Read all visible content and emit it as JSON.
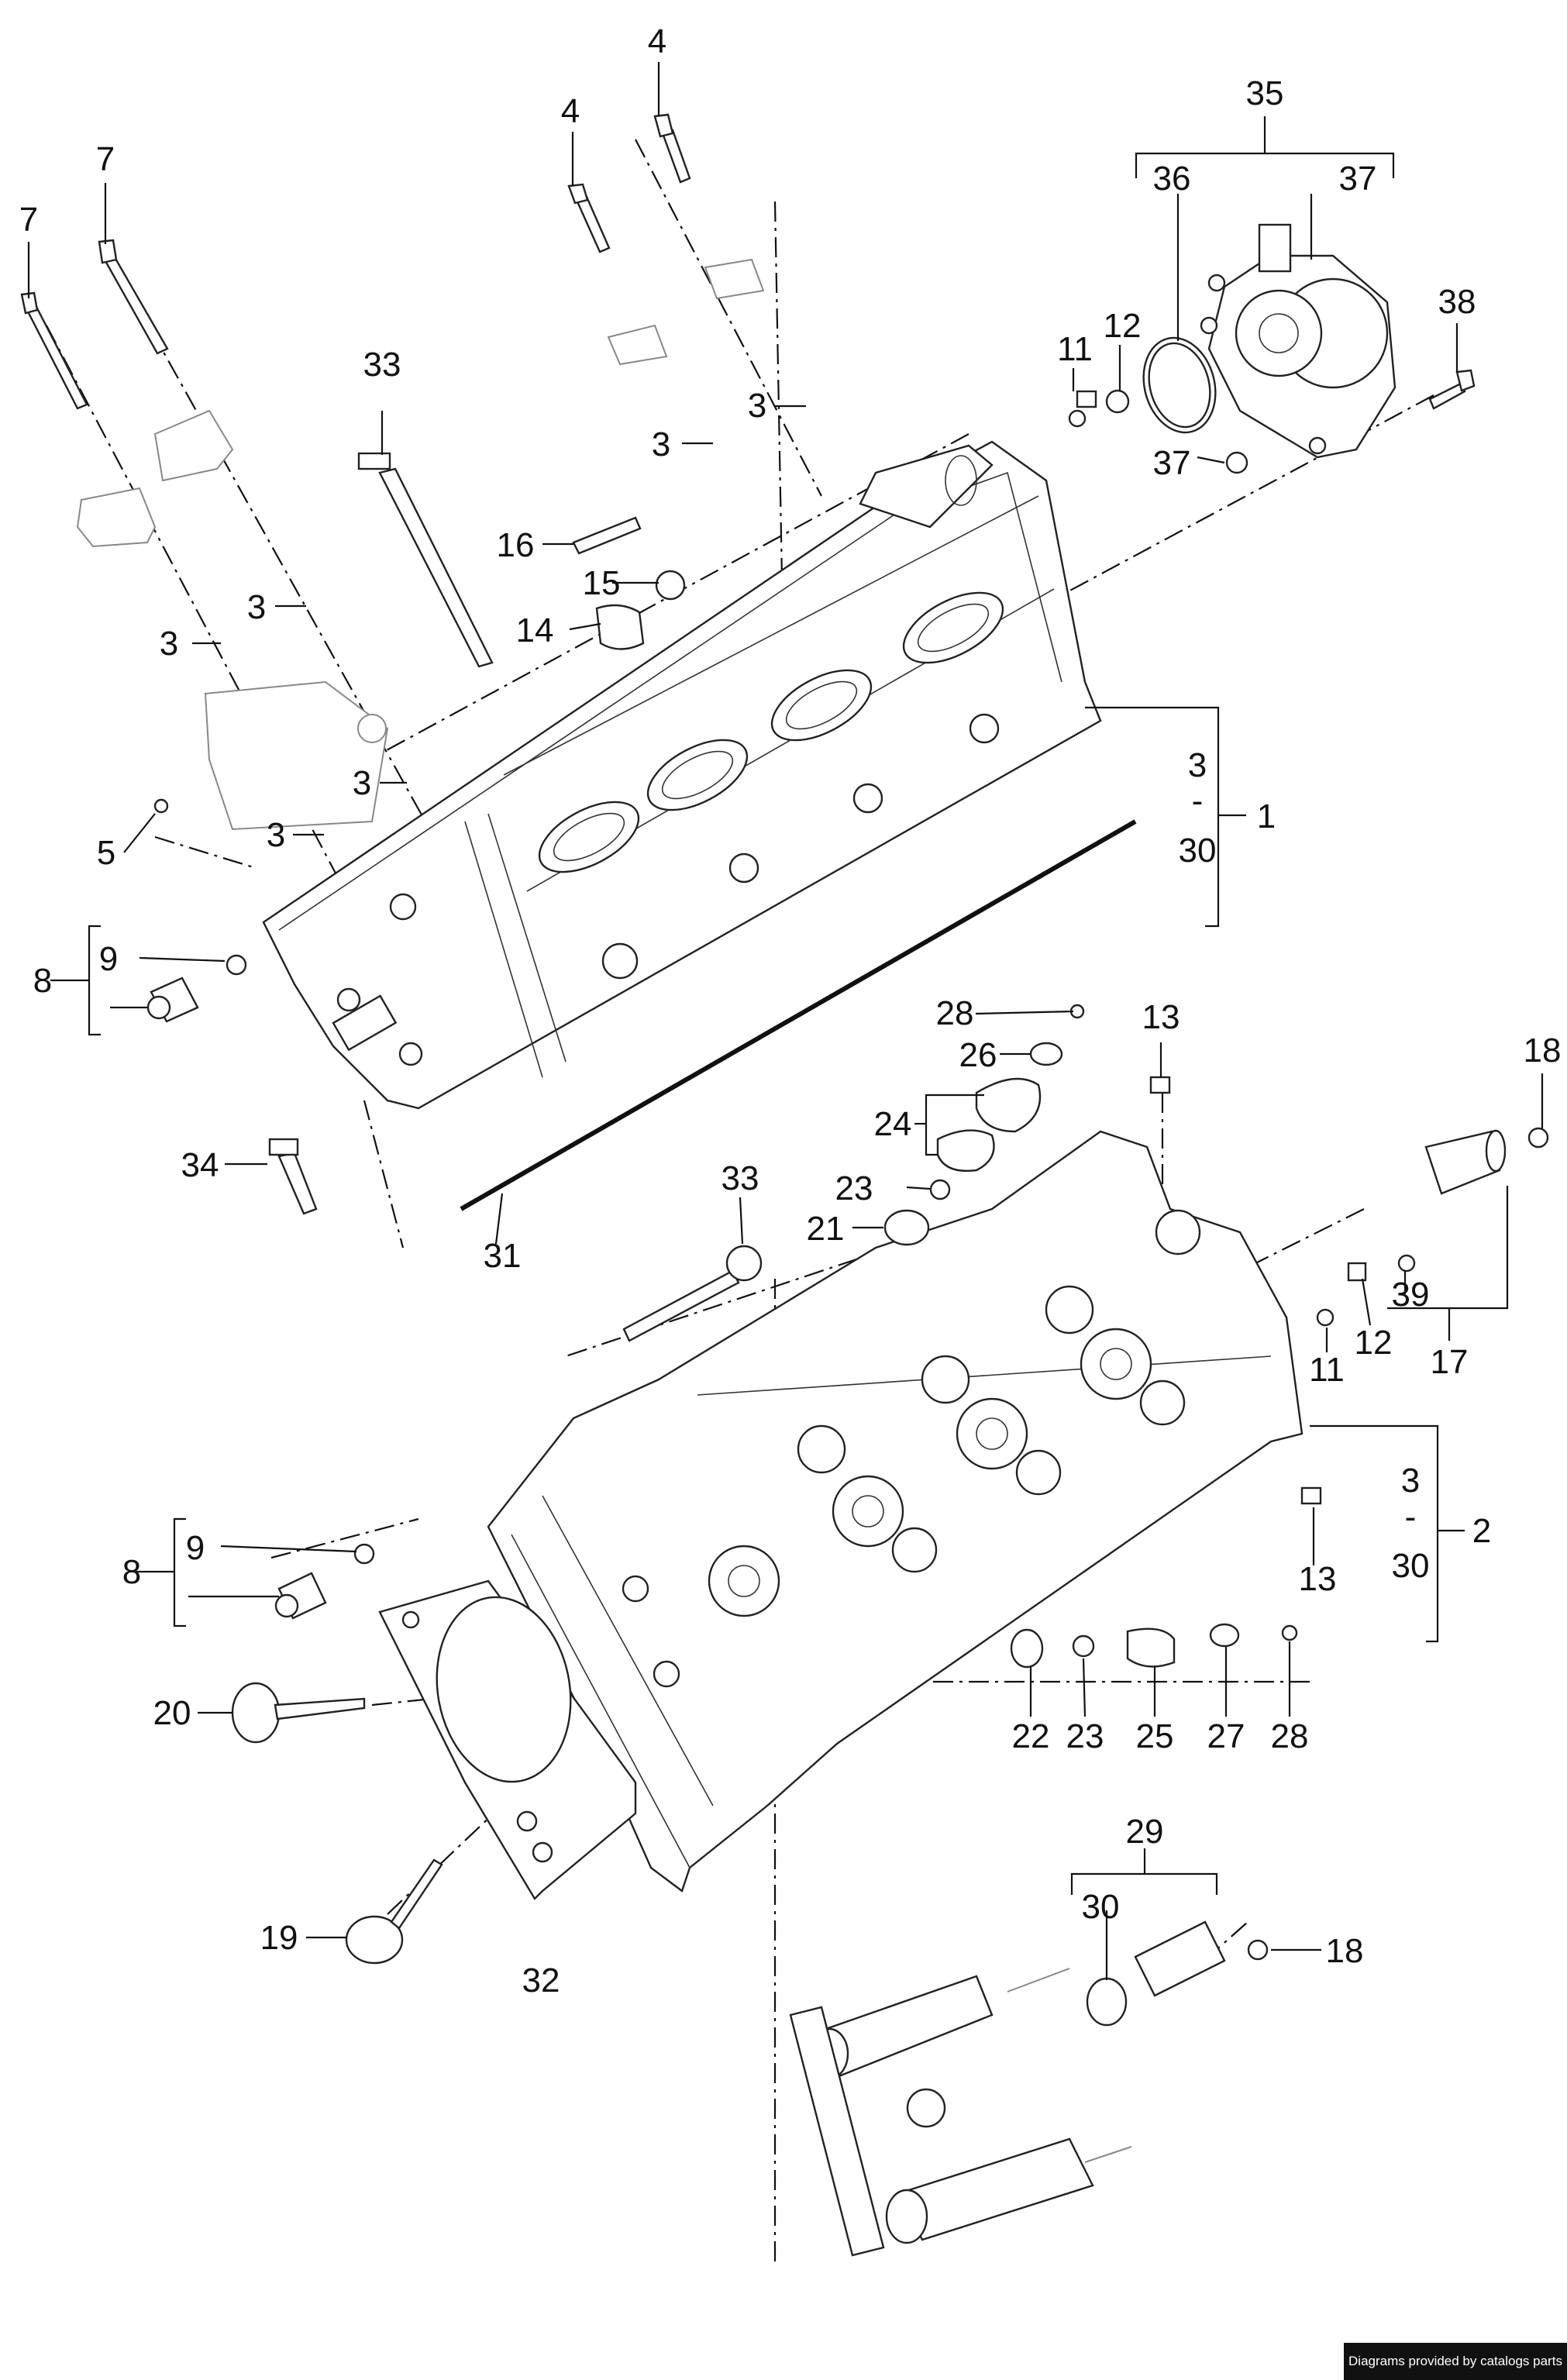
{
  "callouts": {
    "c1": "1",
    "c2": "2",
    "c3a": "3",
    "c3b": "3",
    "c3c": "3",
    "c3d": "3",
    "c3e": "3",
    "c3f": "3",
    "c3r1": "3",
    "c3r1dash": "-",
    "c3r1end": "30",
    "c3r2": "3",
    "c3r2dash": "-",
    "c3r2end": "30",
    "c4a": "4",
    "c4b": "4",
    "c5": "5",
    "c7a": "7",
    "c7b": "7",
    "c8a": "8",
    "c8b": "8",
    "c9a": "9",
    "c9b": "9",
    "c11a": "11",
    "c11b": "11",
    "c12a": "12",
    "c12b": "12",
    "c13a": "13",
    "c13b": "13",
    "c14": "14",
    "c15": "15",
    "c16": "16",
    "c17": "17",
    "c18a": "18",
    "c18b": "18",
    "c19": "19",
    "c20": "20",
    "c21": "21",
    "c22": "22",
    "c23a": "23",
    "c23b": "23",
    "c24": "24",
    "c25": "25",
    "c26": "26",
    "c27": "27",
    "c28a": "28",
    "c28b": "28",
    "c29": "29",
    "c30": "30",
    "c31": "31",
    "c32": "32",
    "c33a": "33",
    "c33b": "33",
    "c34": "34",
    "c35": "35",
    "c36": "36",
    "c37a": "37",
    "c37b": "37",
    "c38": "38",
    "c39": "39"
  },
  "credit": "Diagrams provided by catalogs parts",
  "colors": {
    "line": "#111111",
    "background": "#ffffff",
    "credit_bg": "#111111",
    "credit_text": "#ffffff"
  }
}
